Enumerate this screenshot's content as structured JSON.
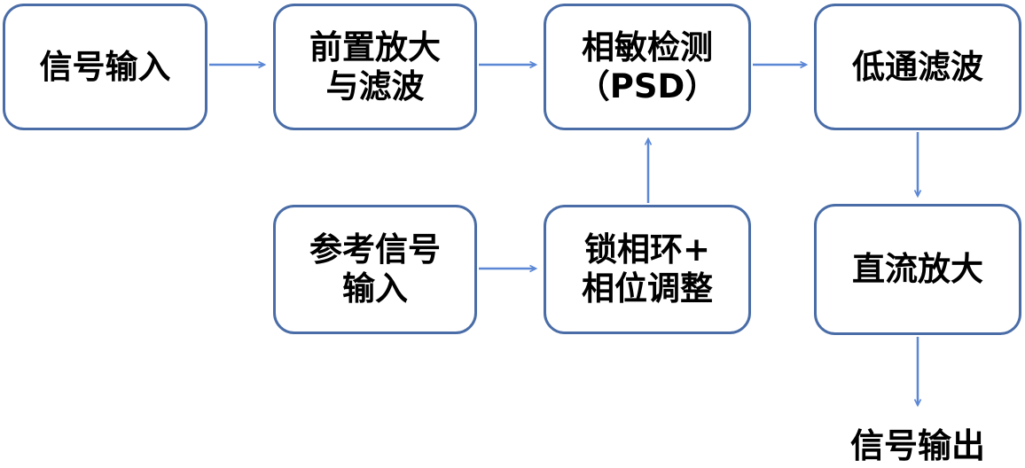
{
  "diagram": {
    "title": "lock-in-amplifier-signal-flow",
    "colors": {
      "box_border": "#4a6da7",
      "arrow": "#5b87d5",
      "text": "#000000",
      "background": "#ffffff"
    },
    "nodes": {
      "signal_input": {
        "line1": "信号输入"
      },
      "preamp": {
        "line1": "前置放大",
        "line2": "与滤波"
      },
      "psd": {
        "line1": "相敏检测",
        "line2": "（PSD）"
      },
      "lowpass": {
        "line1": "低通滤波"
      },
      "reference": {
        "line1": "参考信号",
        "line2": "输入"
      },
      "pll": {
        "line1": "锁相环+",
        "line2": "相位调整"
      },
      "dc_amp": {
        "line1": "直流放大"
      }
    },
    "output_label": "信号输出",
    "edges": [
      {
        "from": "signal_input",
        "to": "preamp",
        "direction": "right"
      },
      {
        "from": "preamp",
        "to": "psd",
        "direction": "right"
      },
      {
        "from": "psd",
        "to": "lowpass",
        "direction": "right"
      },
      {
        "from": "reference",
        "to": "pll",
        "direction": "right"
      },
      {
        "from": "pll",
        "to": "psd",
        "direction": "up"
      },
      {
        "from": "lowpass",
        "to": "dc_amp",
        "direction": "down"
      },
      {
        "from": "dc_amp",
        "to": "output",
        "direction": "down"
      }
    ]
  }
}
